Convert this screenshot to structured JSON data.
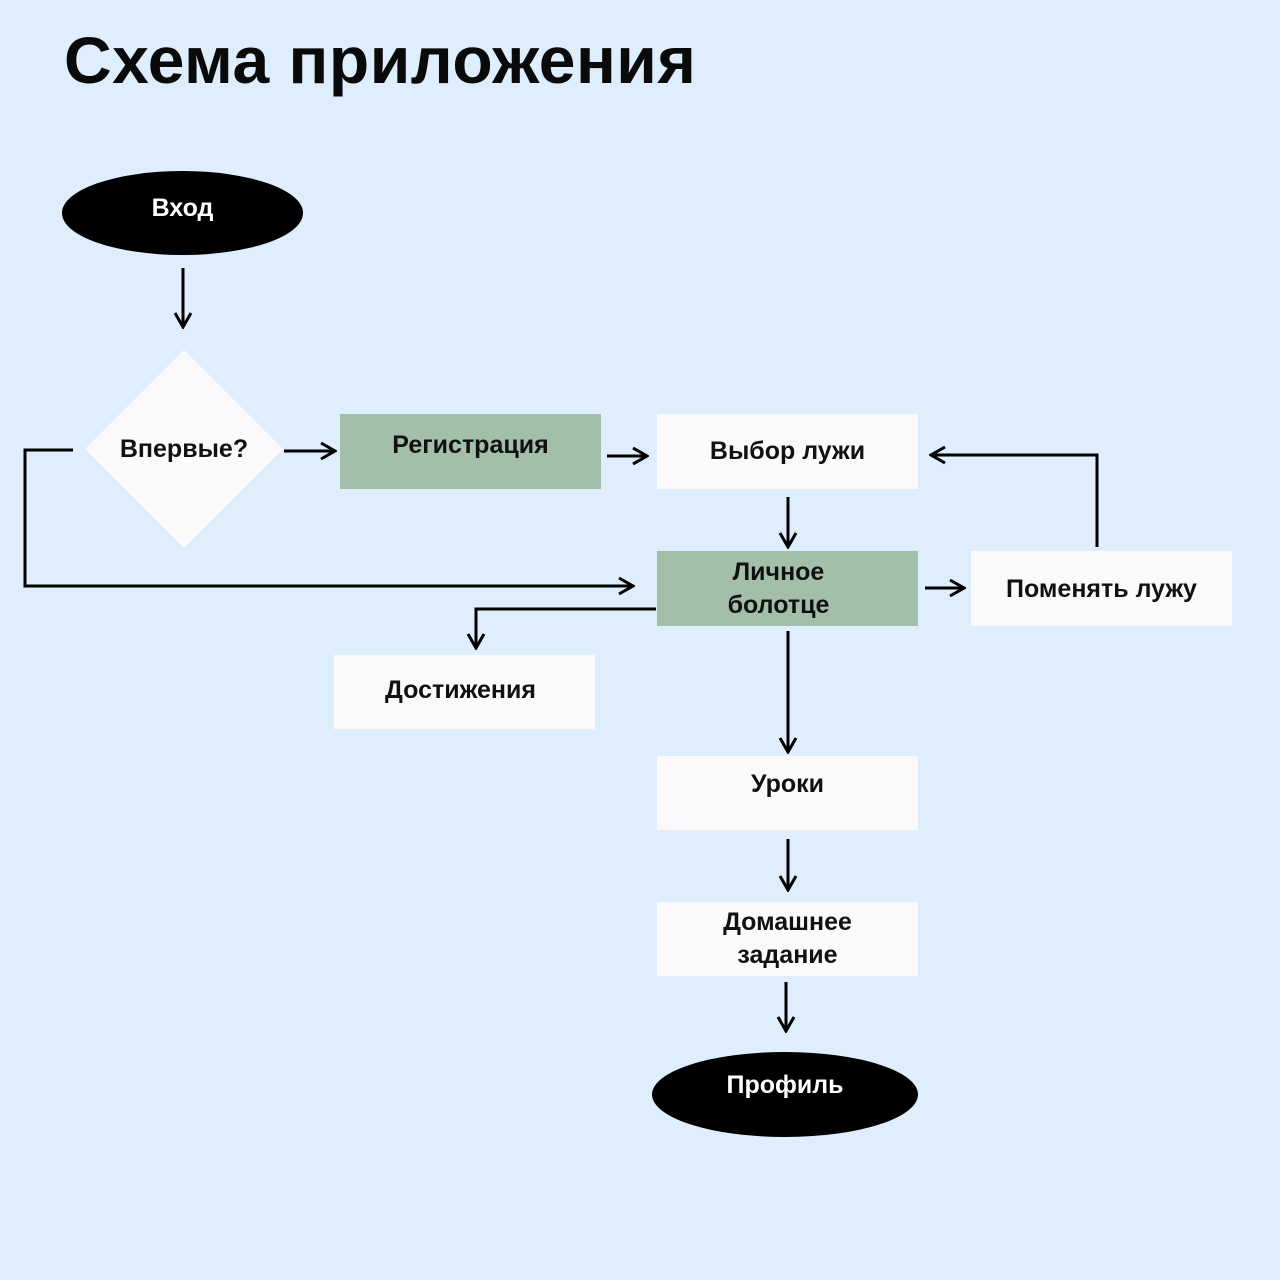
{
  "title": "Схема приложения",
  "colors": {
    "background": "#deeefd",
    "light_node": "#fcf9fb",
    "green_node": "#a3bfaa",
    "terminal_node": "#000000",
    "line": "#000000"
  },
  "nodes": {
    "vhod": {
      "label": "Вход",
      "shape": "oval"
    },
    "vpervye": {
      "label": "Впервые?",
      "shape": "diamond"
    },
    "registratsiya": {
      "label": "Регистрация",
      "shape": "rect-green"
    },
    "vybor_luzhi": {
      "label": "Выбор лужи",
      "shape": "rect-light"
    },
    "lichnoe_bolottse": {
      "label": "Личное болотце",
      "shape": "rect-green"
    },
    "pomenyat_luzhu": {
      "label": "Поменять лужу",
      "shape": "rect-light"
    },
    "dostizheniya": {
      "label": "Достижения",
      "shape": "rect-light"
    },
    "uroki": {
      "label": "Уроки",
      "shape": "rect-light"
    },
    "domashnee_zadanie": {
      "label": "Домашнее задание",
      "shape": "rect-light"
    },
    "profil": {
      "label": "Профиль",
      "shape": "oval"
    }
  },
  "edges": [
    {
      "from": "Вход",
      "to": "Впервые?"
    },
    {
      "from": "Впервые?",
      "to": "Регистрация"
    },
    {
      "from": "Впервые?",
      "to": "Личное болотце"
    },
    {
      "from": "Регистрация",
      "to": "Выбор лужи"
    },
    {
      "from": "Выбор лужи",
      "to": "Личное болотце"
    },
    {
      "from": "Личное болотце",
      "to": "Поменять лужу"
    },
    {
      "from": "Поменять лужу",
      "to": "Выбор лужи"
    },
    {
      "from": "Личное болотце",
      "to": "Достижения"
    },
    {
      "from": "Личное болотце",
      "to": "Уроки"
    },
    {
      "from": "Уроки",
      "to": "Домашнее задание"
    },
    {
      "from": "Домашнее задание",
      "to": "Профиль"
    }
  ]
}
